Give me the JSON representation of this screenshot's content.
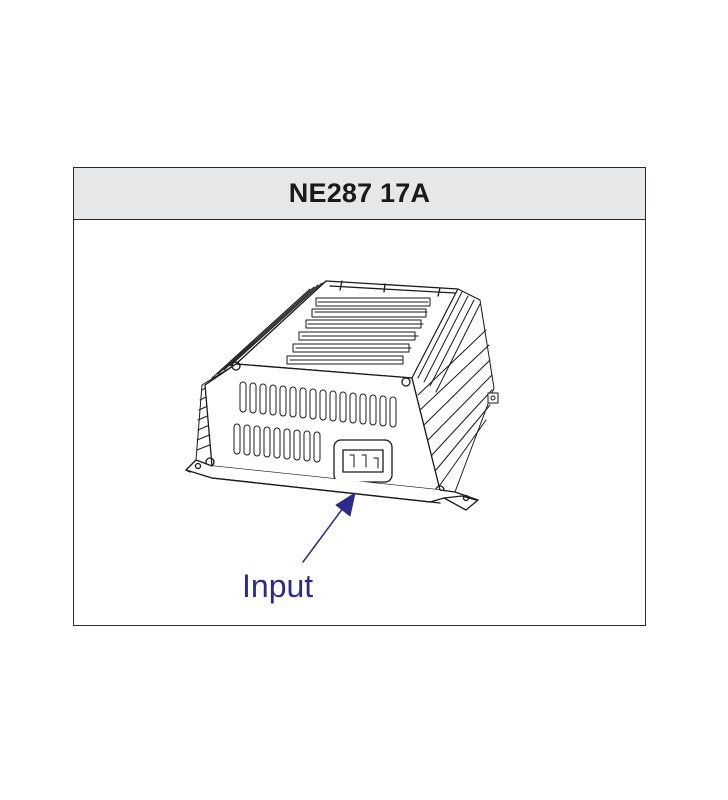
{
  "header": {
    "title": "NE287 17A"
  },
  "diagram": {
    "subject": "battery-charger-unit",
    "callouts": [
      {
        "label": "Input",
        "target": "ac-input-socket"
      }
    ],
    "colors": {
      "callout": "#2e2a8c",
      "header_bg": "#e6e7e8",
      "line": "#1a1a1a"
    }
  }
}
